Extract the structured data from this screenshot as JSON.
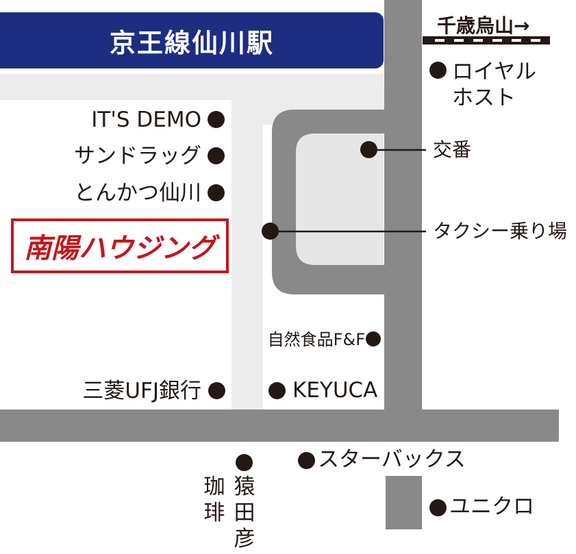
{
  "station": {
    "label": "京王線仙川駅",
    "bg_color": "#1c2d82",
    "text_color": "#ffffff"
  },
  "direction": {
    "label": "千歳烏山→"
  },
  "brand": {
    "label": "南陽ハウジング",
    "color": "#c4161c"
  },
  "colors": {
    "road": "#898989",
    "plaza": "#e6e6e6",
    "sidewalk": "#ececec",
    "ink": "#231815"
  },
  "places": {
    "royal_host": "ロイヤル\nホスト",
    "its_demo": "IT'S DEMO",
    "sundrug": "サンドラッグ",
    "tonkatsu": "とんかつ仙川",
    "koban": "交番",
    "taxi": "タクシー乗り場",
    "shizen": "自然食品F&F",
    "mufg": "三菱UFJ銀行",
    "keyuca": "KEYUCA",
    "starbucks": "スターバックス",
    "sarutahiko": "猿田彦",
    "coffee": "珈琲",
    "uniqlo": "ユニクロ"
  }
}
